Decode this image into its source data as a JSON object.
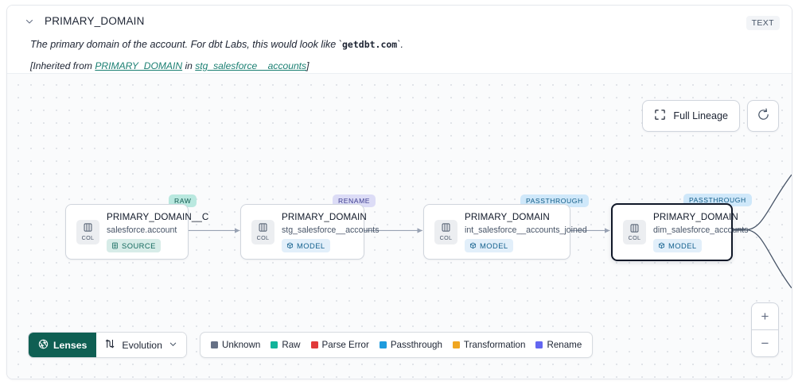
{
  "header": {
    "chevron_icon": "chevron-down-icon",
    "title": "PRIMARY_DOMAIN",
    "type_badge": "TEXT",
    "description_pre": "The primary domain of the account. For dbt Labs, this would look like `",
    "description_code": "getdbt.com",
    "description_post": "`.",
    "inherited_pre": "[Inherited from ",
    "inherited_column": "PRIMARY_DOMAIN",
    "inherited_mid": " in ",
    "inherited_table": "stg_salesforce__accounts",
    "inherited_post": "]"
  },
  "canvas_buttons": {
    "full_lineage_label": "Full Lineage",
    "full_lineage_icon": "expand-icon",
    "refresh_icon": "refresh-icon"
  },
  "zoom_controls": {
    "zoom_in_label": "+",
    "zoom_out_label": "−"
  },
  "lineage": {
    "nodes": [
      {
        "badge": "RAW",
        "badge_kind": "raw",
        "chip_label": "COL",
        "chip_icon": "column-icon",
        "column": "PRIMARY_DOMAIN__C",
        "table": "salesforce.account",
        "tag": "SOURCE",
        "tag_kind": "source",
        "tag_icon": "database-icon",
        "selected": false
      },
      {
        "badge": "RENAME",
        "badge_kind": "rename",
        "chip_label": "COL",
        "chip_icon": "column-icon",
        "column": "PRIMARY_DOMAIN",
        "table": "stg_salesforce__accounts",
        "tag": "MODEL",
        "tag_kind": "model",
        "tag_icon": "cube-icon",
        "selected": false
      },
      {
        "badge": "PASSTHROUGH",
        "badge_kind": "pass",
        "chip_label": "COL",
        "chip_icon": "column-icon",
        "column": "PRIMARY_DOMAIN",
        "table": "int_salesforce__accounts_joined",
        "tag": "MODEL",
        "tag_kind": "model",
        "tag_icon": "cube-icon",
        "selected": false
      },
      {
        "badge": "PASSTHROUGH",
        "badge_kind": "pass",
        "chip_label": "COL",
        "chip_icon": "column-icon",
        "column": "PRIMARY_DOMAIN",
        "table": "dim_salesforce_accounts",
        "tag": "MODEL",
        "tag_kind": "model",
        "tag_icon": "cube-icon",
        "selected": true
      }
    ]
  },
  "toolbar": {
    "lenses_label": "Lenses",
    "lenses_icon": "aperture-icon",
    "evolution_label": "Evolution",
    "evolution_icon": "evolution-icon",
    "evolution_chevron_icon": "chevron-down-icon",
    "legend": [
      {
        "label": "Unknown",
        "color": "#667085"
      },
      {
        "label": "Raw",
        "color": "#12b39a"
      },
      {
        "label": "Parse Error",
        "color": "#e03a3a"
      },
      {
        "label": "Passthrough",
        "color": "#1e9bdd"
      },
      {
        "label": "Transformation",
        "color": "#f0a621"
      },
      {
        "label": "Rename",
        "color": "#6366f1"
      }
    ]
  }
}
